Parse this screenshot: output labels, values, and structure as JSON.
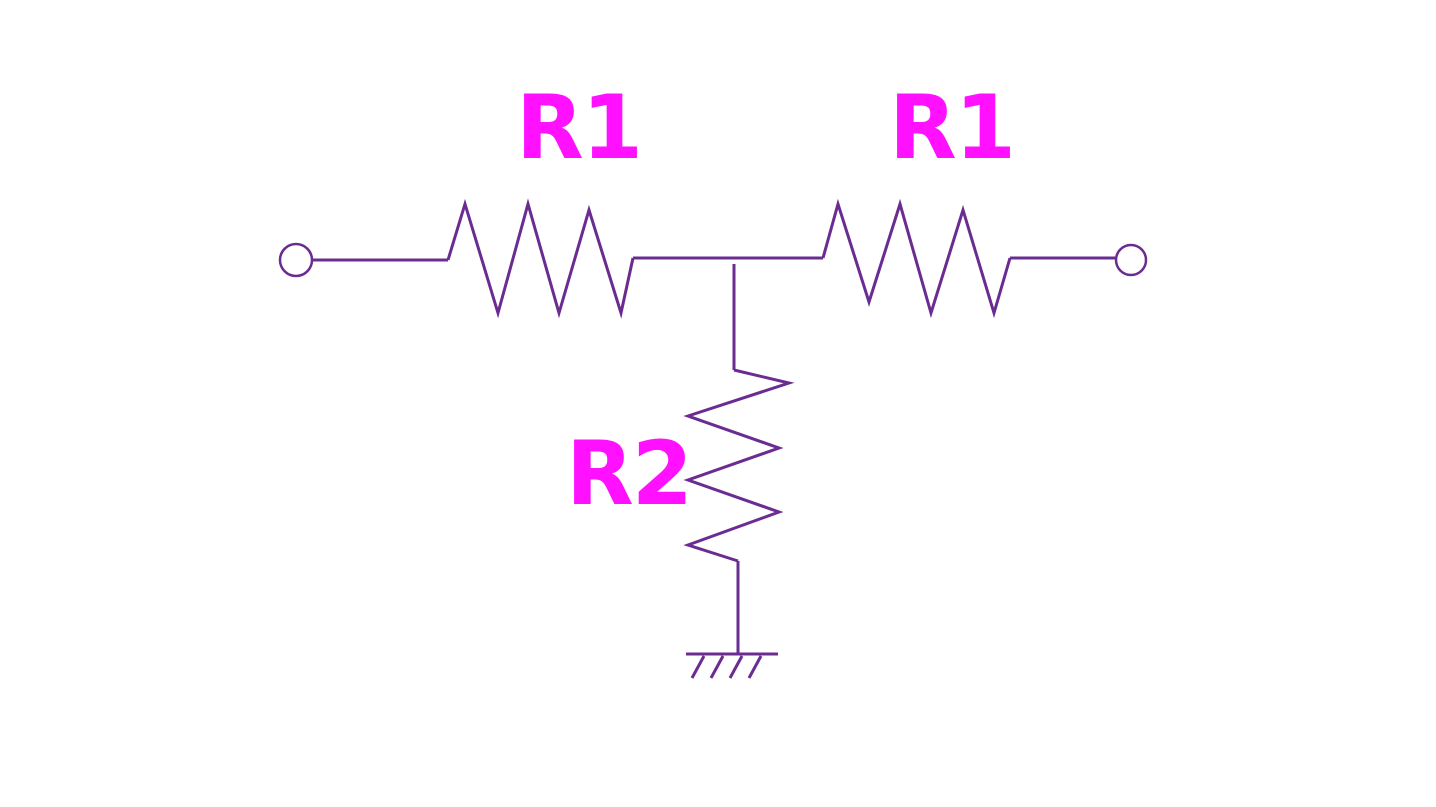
{
  "diagram": {
    "type": "resistor T-network schematic",
    "colors": {
      "wire": "#6a2c91",
      "label": "#ff10ff",
      "background": "#ffffff"
    },
    "components": [
      {
        "id": "left-resistor",
        "label": "R1"
      },
      {
        "id": "right-resistor",
        "label": "R1"
      },
      {
        "id": "shunt-resistor",
        "label": "R2"
      }
    ],
    "terminals": [
      "input-terminal",
      "output-terminal"
    ],
    "ground": "ground-symbol"
  }
}
